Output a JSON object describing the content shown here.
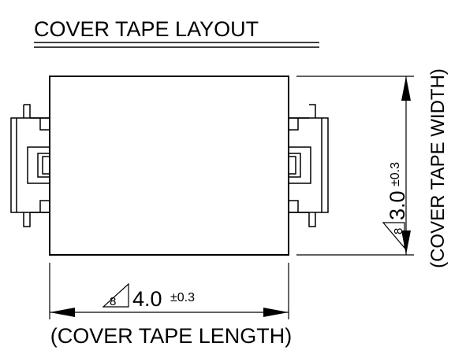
{
  "title": "COVER TAPE LAYOUT",
  "width_dimension": {
    "note_symbol": "8",
    "value": "3.0",
    "tolerance": "±0.3",
    "label": "(COVER TAPE WIDTH)"
  },
  "length_dimension": {
    "note_symbol": "8",
    "value": "4.0",
    "tolerance": "±0.3",
    "label": "(COVER TAPE LENGTH)"
  }
}
